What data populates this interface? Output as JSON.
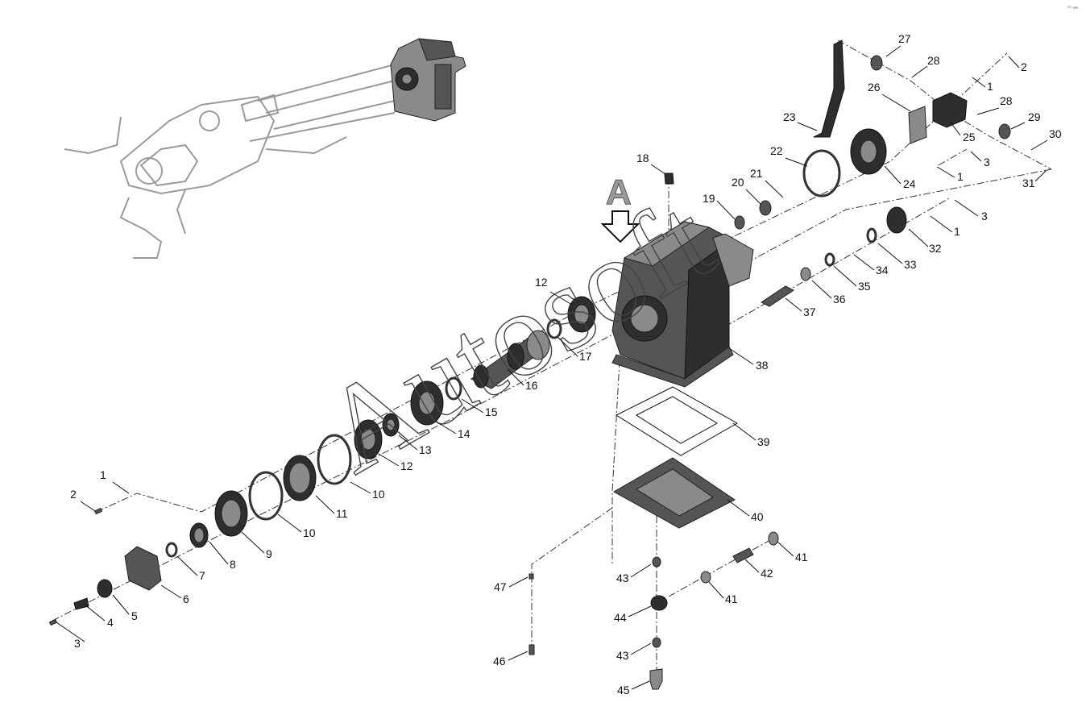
{
  "view_marker": {
    "letter": "A",
    "arrow_icon": "down-arrow-icon"
  },
  "watermark": {
    "text": "Autosoft"
  },
  "corner_mark": {
    "text": "⁰⁰ ᵃᵃᵃ"
  },
  "callouts": [
    {
      "id": "c1a",
      "text": "1"
    },
    {
      "id": "c1b",
      "text": "1"
    },
    {
      "id": "c1c",
      "text": "1"
    },
    {
      "id": "c1d",
      "text": "1"
    },
    {
      "id": "c2a",
      "text": "2"
    },
    {
      "id": "c2b",
      "text": "2"
    },
    {
      "id": "c3a",
      "text": "3"
    },
    {
      "id": "c3b",
      "text": "3"
    },
    {
      "id": "c3c",
      "text": "3"
    },
    {
      "id": "c4",
      "text": "4"
    },
    {
      "id": "c5",
      "text": "5"
    },
    {
      "id": "c6",
      "text": "6"
    },
    {
      "id": "c7",
      "text": "7"
    },
    {
      "id": "c8",
      "text": "8"
    },
    {
      "id": "c9",
      "text": "9"
    },
    {
      "id": "c10a",
      "text": "10"
    },
    {
      "id": "c10b",
      "text": "10"
    },
    {
      "id": "c11",
      "text": "11"
    },
    {
      "id": "c12a",
      "text": "12"
    },
    {
      "id": "c12b",
      "text": "12"
    },
    {
      "id": "c13",
      "text": "13"
    },
    {
      "id": "c14",
      "text": "14"
    },
    {
      "id": "c15",
      "text": "15"
    },
    {
      "id": "c16",
      "text": "16"
    },
    {
      "id": "c17",
      "text": "17"
    },
    {
      "id": "c18",
      "text": "18"
    },
    {
      "id": "c19",
      "text": "19"
    },
    {
      "id": "c20",
      "text": "20"
    },
    {
      "id": "c21",
      "text": "21"
    },
    {
      "id": "c22",
      "text": "22"
    },
    {
      "id": "c23",
      "text": "23"
    },
    {
      "id": "c24",
      "text": "24"
    },
    {
      "id": "c25",
      "text": "25"
    },
    {
      "id": "c26",
      "text": "26"
    },
    {
      "id": "c27",
      "text": "27"
    },
    {
      "id": "c28a",
      "text": "28"
    },
    {
      "id": "c28b",
      "text": "28"
    },
    {
      "id": "c29",
      "text": "29"
    },
    {
      "id": "c30",
      "text": "30"
    },
    {
      "id": "c31",
      "text": "31"
    },
    {
      "id": "c32",
      "text": "32"
    },
    {
      "id": "c33",
      "text": "33"
    },
    {
      "id": "c34",
      "text": "34"
    },
    {
      "id": "c35",
      "text": "35"
    },
    {
      "id": "c36",
      "text": "36"
    },
    {
      "id": "c37",
      "text": "37"
    },
    {
      "id": "c38",
      "text": "38"
    },
    {
      "id": "c39",
      "text": "39"
    },
    {
      "id": "c40",
      "text": "40"
    },
    {
      "id": "c41a",
      "text": "41"
    },
    {
      "id": "c41b",
      "text": "41"
    },
    {
      "id": "c42",
      "text": "42"
    },
    {
      "id": "c43a",
      "text": "43"
    },
    {
      "id": "c43b",
      "text": "43"
    },
    {
      "id": "c44",
      "text": "44"
    },
    {
      "id": "c45",
      "text": "45"
    },
    {
      "id": "c46",
      "text": "46"
    },
    {
      "id": "c47",
      "text": "47"
    }
  ]
}
